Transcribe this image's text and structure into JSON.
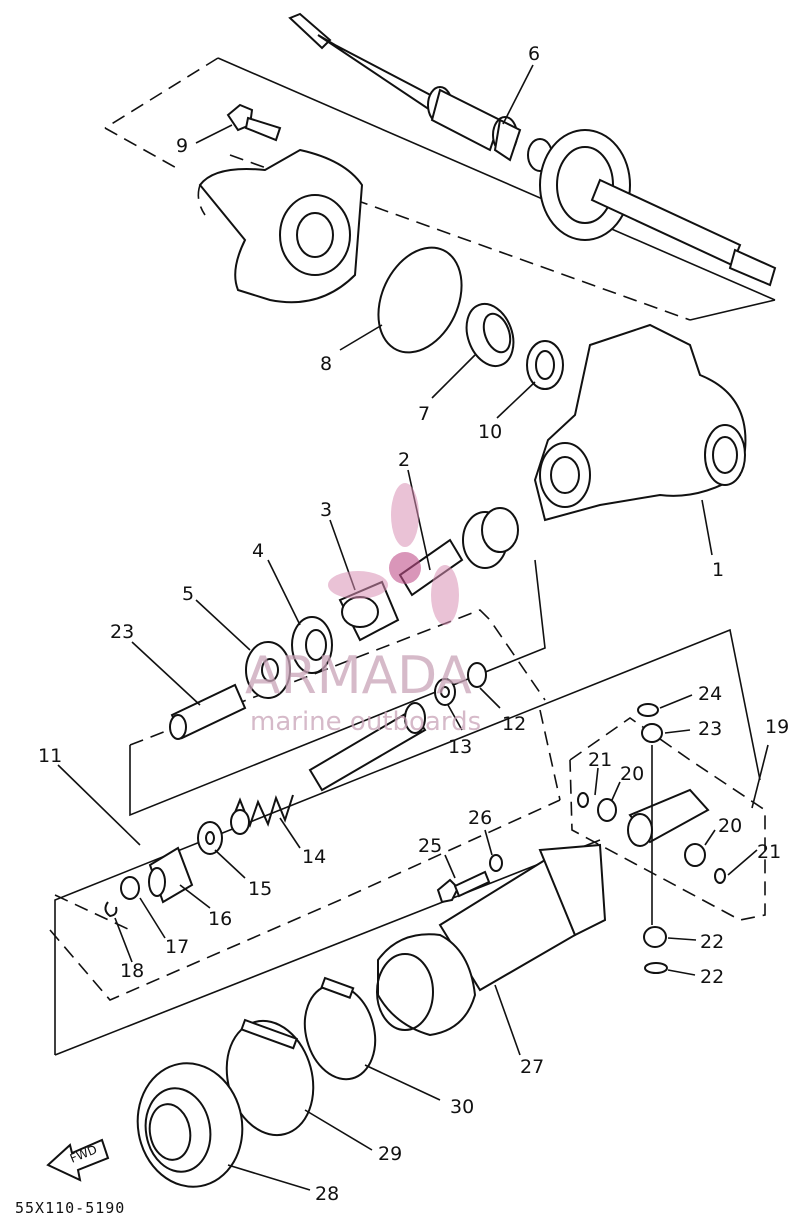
{
  "diagram_code": "55X110-5190",
  "fwd_label": "FWD",
  "watermark": {
    "brand": "ARMADA",
    "tagline": "marine outboards"
  },
  "callouts": [
    "1",
    "2",
    "3",
    "4",
    "5",
    "6",
    "7",
    "8",
    "9",
    "10",
    "11",
    "12",
    "13",
    "14",
    "15",
    "16",
    "17",
    "18",
    "19",
    "20",
    "20",
    "21",
    "21",
    "22",
    "22",
    "23",
    "23",
    "24",
    "25",
    "26",
    "27",
    "28",
    "29",
    "30"
  ]
}
